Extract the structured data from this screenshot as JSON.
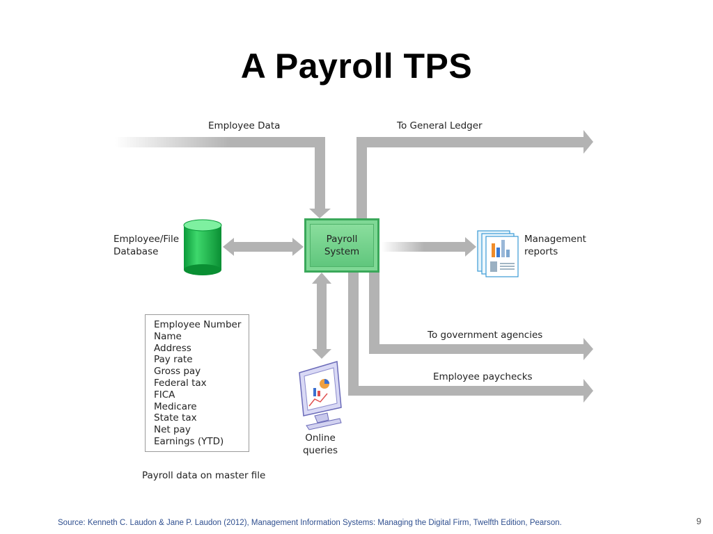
{
  "title": "A Payroll TPS",
  "diagram": {
    "central": "Payroll\nSystem",
    "database_label": "Employee/File\nDatabase",
    "flows": {
      "employee_data": "Employee Data",
      "general_ledger": "To General Ledger",
      "management_reports": "Management\nreports",
      "government": "To government agencies",
      "paychecks": "Employee paychecks",
      "online_queries": "Online\nqueries"
    },
    "master_file_fields": [
      "Employee Number",
      "Name",
      "Address",
      "Pay rate",
      "Gross pay",
      "Federal tax",
      "FICA",
      "Medicare",
      "State tax",
      "Net pay",
      "Earnings (YTD)"
    ],
    "master_file_caption": "Payroll data on master file"
  },
  "footer": {
    "source": "Source: Kenneth C. Laudon & Jane P. Laudon (2012),  Management Information  Systems: Managing the Digital Firm, Twelfth Edition, Pearson.",
    "page_number": "9"
  }
}
